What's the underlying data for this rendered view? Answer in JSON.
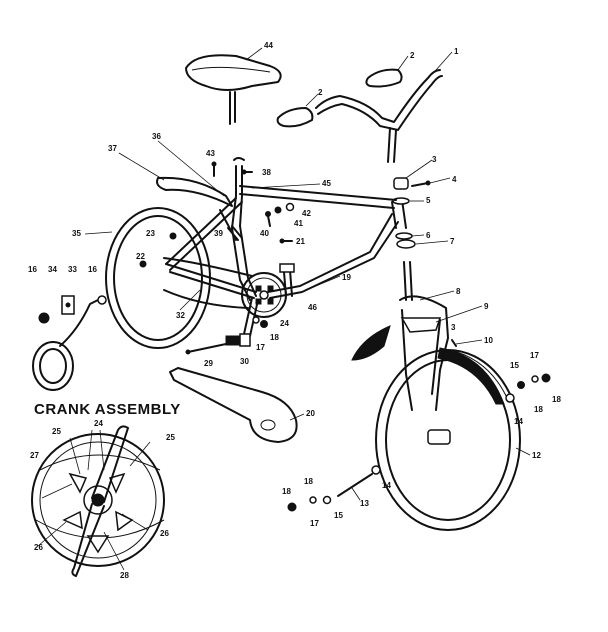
{
  "title": "CRANK ASSEMBLY",
  "colors": {
    "ink": "#111111",
    "paper": "#ffffff"
  },
  "labels": {
    "seat": "44",
    "handlebar": "1",
    "grip_right": "2",
    "grip_left": "2",
    "stem_clamp": "3",
    "stem_bolt": "4",
    "head_tube": "5",
    "locknut": "6",
    "washer": "7",
    "fork": "8",
    "reflector_front": "9",
    "fork_bolt": "10",
    "front_wheel": "12",
    "front_axle": "13",
    "axle_nut_left": "14",
    "axle_nut_right": "14",
    "cone_left": "15",
    "cone_right": "15",
    "training_nut_left": "16",
    "training_nut_right": "16",
    "washer_17_crank": "17",
    "washer_17_axle": "17",
    "washer_17_front": "17",
    "nut_18_crank": "18",
    "nut_18_axle": "18",
    "nut_18_front": "18",
    "nut_18_left": "18",
    "down_tube": "19",
    "chain_guard": "20",
    "screw_21": "21",
    "screw_22": "22",
    "screw_23": "23",
    "chainring": "24",
    "crank": "24",
    "sprocket_25_left": "25",
    "sprocket_25_right": "25",
    "ball_26_left": "26",
    "ball_26_right": "26",
    "crank_27": "27",
    "spindle_28": "28",
    "pedal_spindle": "29",
    "pedal": "30",
    "chain": "32",
    "bracket_33": "33",
    "training_wheel": "34",
    "rear_wheel": "35",
    "seat_stay": "36",
    "rear_fender": "37",
    "seat_post_bolt": "38",
    "clamp_39": "39",
    "bolt_40": "40",
    "nut_41": "41",
    "washer_42": "42",
    "bolt_43": "43",
    "top_tube": "45",
    "kickstand": "46"
  }
}
